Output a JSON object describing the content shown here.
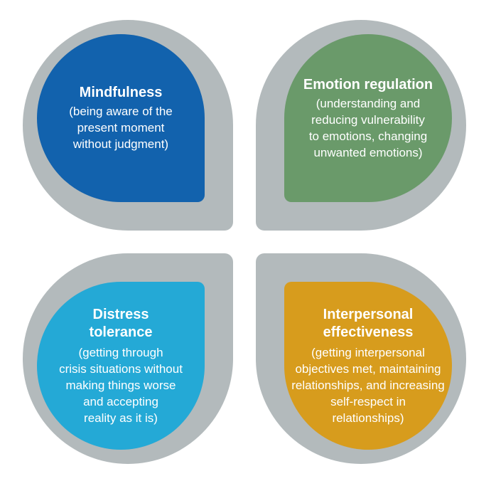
{
  "quadrants": {
    "top_left": {
      "title": "Mindfulness",
      "description": "(being aware of the\npresent moment\nwithout judgment)",
      "color": "#1262ad"
    },
    "top_right": {
      "title": "Emotion regulation",
      "description": "(understanding and\nreducing vulnerability\nto emotions, changing\nunwanted emotions)",
      "color": "#6a9a6a"
    },
    "bottom_left": {
      "title": "Distress\ntolerance",
      "description": "(getting through\ncrisis situations without\nmaking things worse\nand accepting\nreality as it is)",
      "color": "#24a9d6"
    },
    "bottom_right": {
      "title": "Interpersonal\neffectiveness",
      "description": "(getting interpersonal\nobjectives met, maintaining\nrelationships, and increasing\nself-respect in\nrelationships)",
      "color": "#d79c1d"
    }
  },
  "colors": {
    "outer_ring": "#b3babc",
    "text": "#ffffff"
  }
}
